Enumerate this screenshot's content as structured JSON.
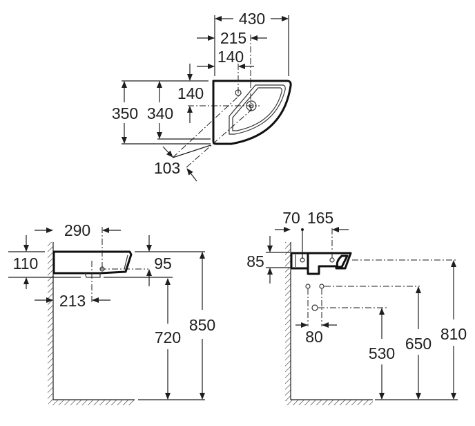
{
  "top_view": {
    "width_total": "430",
    "half_width": "215",
    "tap_offset_x": "140",
    "tap_offset_y": "140",
    "depth_total": "350",
    "depth_inner": "340",
    "diagonal_offset": "103"
  },
  "side_view": {
    "waste_offset": "290",
    "height": "110",
    "overflow_height": "95",
    "drain_offset": "213",
    "bottom_height": "720",
    "top_height": "850"
  },
  "front_view": {
    "bracket_offset": "70",
    "bracket_spacing": "165",
    "bracket_height": "85",
    "supply_spacing": "80",
    "waste_height": "530",
    "supply_height": "650",
    "fixing_height": "810"
  }
}
